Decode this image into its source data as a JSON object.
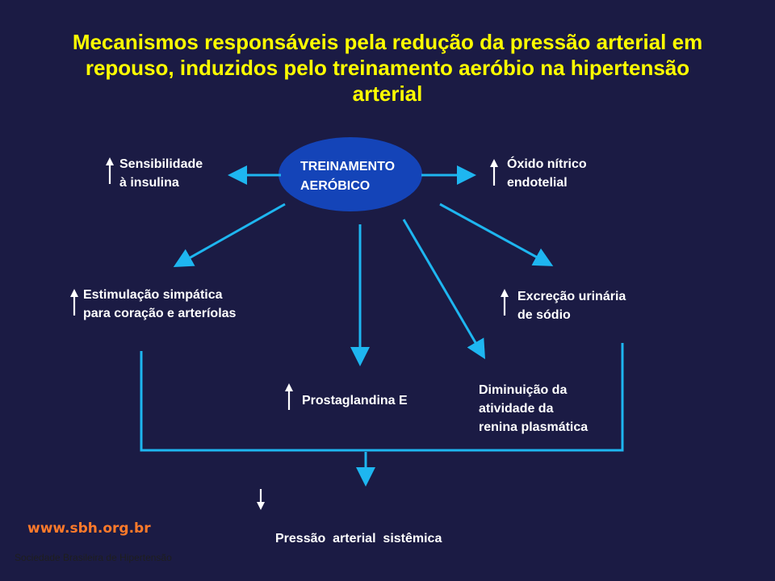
{
  "title": "Mecanismos responsáveis pela redução da pressão arterial em repouso, induzidos pelo treinamento aeróbio na hipertensão arterial",
  "center": {
    "line1": "TREINAMENTO",
    "line2": "AERÓBICO"
  },
  "nodes": {
    "insulin": {
      "line1": "Sensibilidade",
      "line2": "à insulina",
      "direction": "up"
    },
    "nitric_oxide": {
      "line1": "Óxido nítrico",
      "line2": "endotelial",
      "direction": "up"
    },
    "sympathetic": {
      "line1": "Estimulação simpática",
      "line2": "para coração e arteríolas",
      "direction": "up"
    },
    "sodium": {
      "line1": "Excreção urinária",
      "line2": "de sódio",
      "direction": "up"
    },
    "prostaglandin": {
      "line1": "Prostaglandina E",
      "direction": "up"
    },
    "renin": {
      "line1": "Diminuição da",
      "line2": "atividade da",
      "line3": "renina plasmática"
    },
    "pressure": {
      "line1": "Pressão  arterial  sistêmica",
      "direction": "down"
    }
  },
  "website": "www.sbh.org.br",
  "footer": "Sociedade Brasileira de Hipertensão",
  "colors": {
    "background": "#1b1b44",
    "title": "#ffff00",
    "arrow": "#1eb6f0",
    "ellipse": "#1444b8",
    "website": "#ff7a2a"
  }
}
